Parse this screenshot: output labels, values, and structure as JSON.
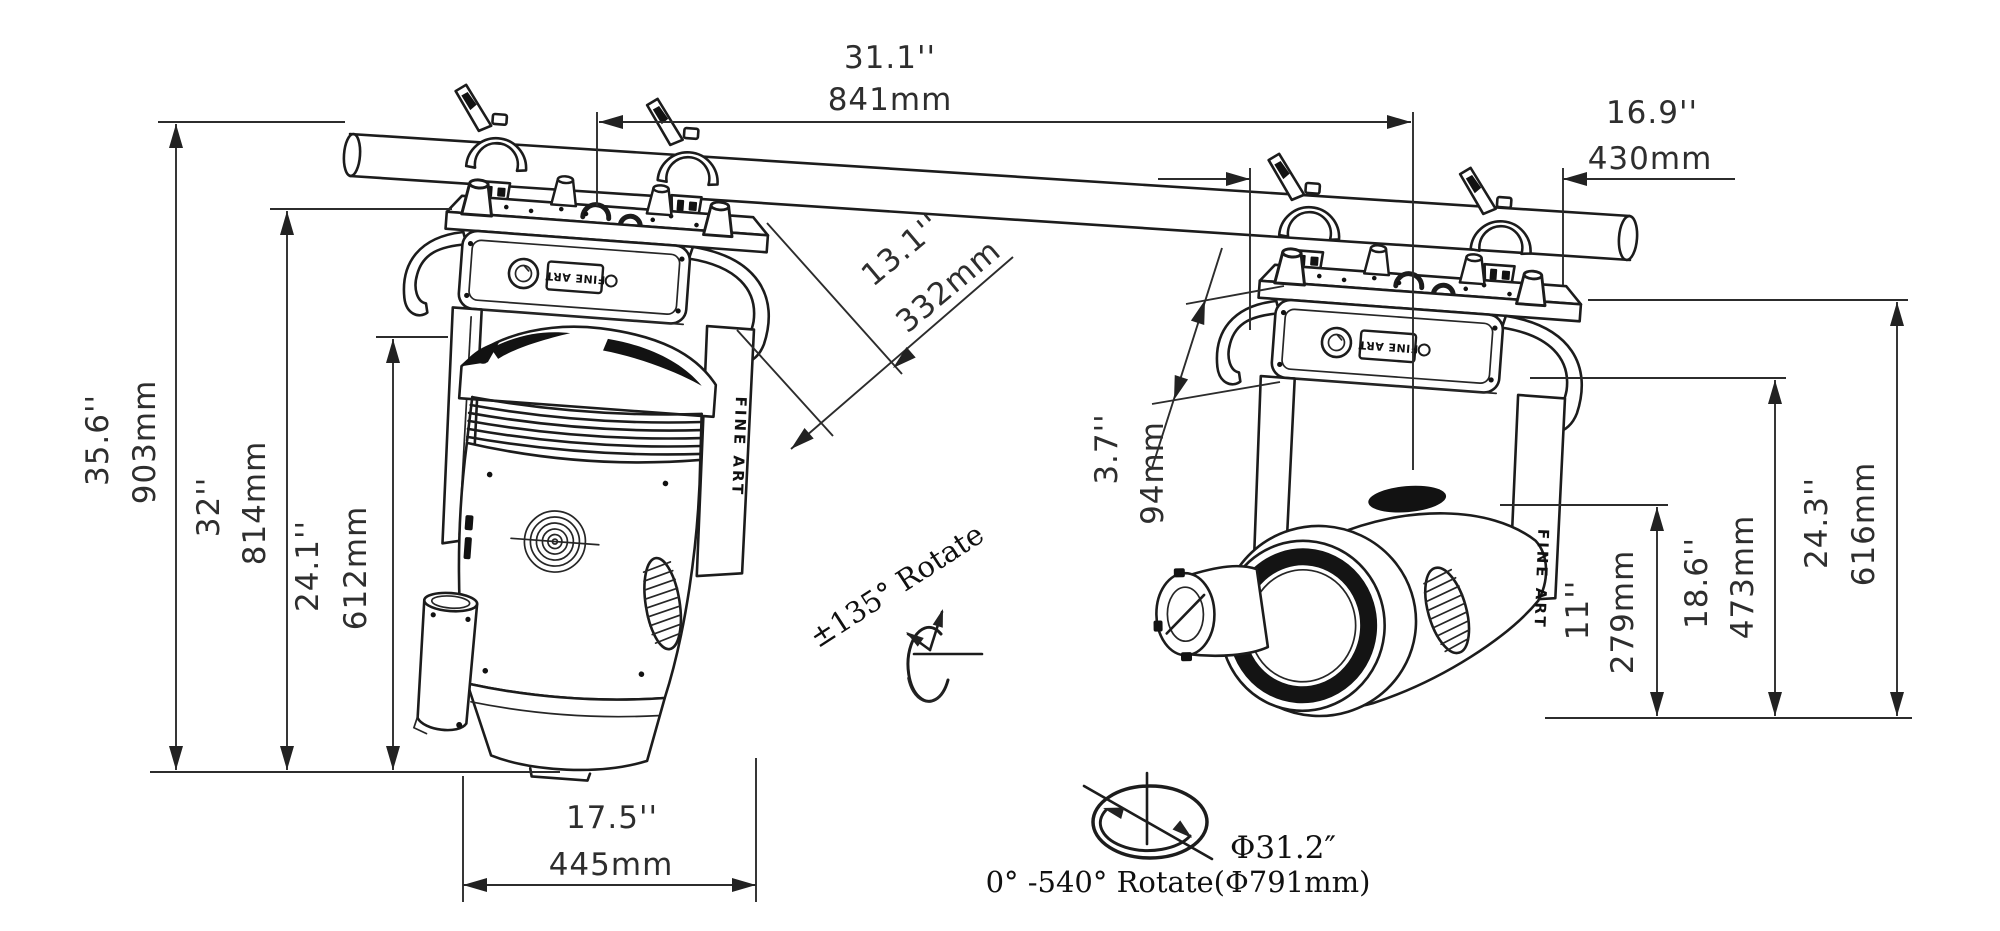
{
  "drawing": {
    "ink_color": "#1c1c1c",
    "branding": {
      "logo": "FINE ART"
    },
    "annotations": {
      "tilt_range": "±135° Rotate",
      "pan_diameter": "Φ31.2″",
      "pan_range": "0° -540° Rotate(Φ791mm)"
    },
    "dimensions": {
      "overall_height": {
        "inches": "35.6''",
        "metric": "903mm"
      },
      "pipe_to_bottom": {
        "inches": "32''",
        "metric": "814mm"
      },
      "head_to_bottom": {
        "inches": "24.1''",
        "metric": "612mm"
      },
      "fixture_spacing": {
        "inches": "31.1''",
        "metric": "841mm"
      },
      "side_offset": {
        "inches": "16.9''",
        "metric": "430mm"
      },
      "base_diagonal": {
        "inches": "13.1''",
        "metric": "332mm"
      },
      "clamp_height": {
        "inches": "3.7''",
        "metric": "94mm"
      },
      "base_width": {
        "inches": "17.5''",
        "metric": "445mm"
      },
      "lens_center_height": {
        "inches": "11''",
        "metric": "279mm"
      },
      "tilted_head_height": {
        "inches": "18.6''",
        "metric": "473mm"
      },
      "tilted_overall": {
        "inches": "24.3''",
        "metric": "616mm"
      }
    }
  }
}
